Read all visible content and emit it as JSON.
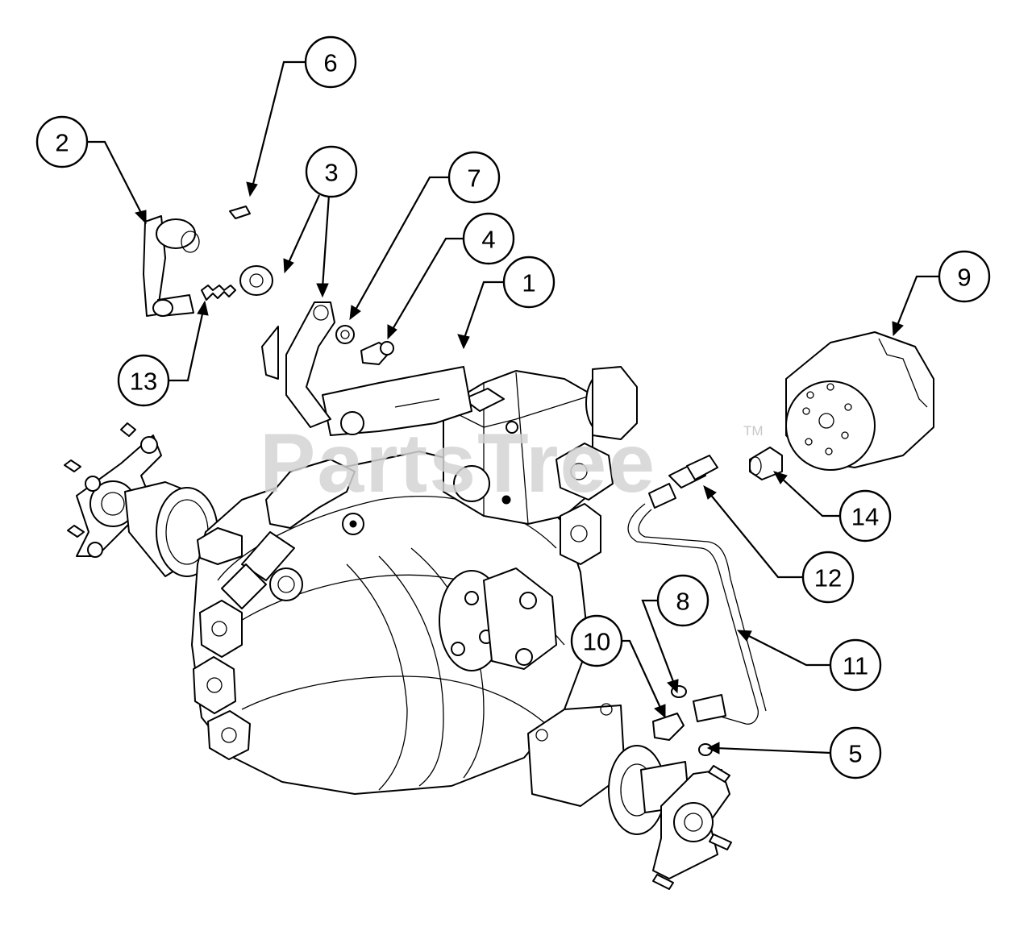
{
  "diagram": {
    "callouts": [
      {
        "id": "c1",
        "label": "1"
      },
      {
        "id": "c2",
        "label": "2"
      },
      {
        "id": "c3",
        "label": "3"
      },
      {
        "id": "c4",
        "label": "4"
      },
      {
        "id": "c5",
        "label": "5"
      },
      {
        "id": "c6",
        "label": "6"
      },
      {
        "id": "c7",
        "label": "7"
      },
      {
        "id": "c8",
        "label": "8"
      },
      {
        "id": "c9",
        "label": "9"
      },
      {
        "id": "c10",
        "label": "10"
      },
      {
        "id": "c11",
        "label": "11"
      },
      {
        "id": "c12",
        "label": "12"
      },
      {
        "id": "c13",
        "label": "13"
      },
      {
        "id": "c14",
        "label": "14"
      }
    ]
  },
  "watermark": {
    "text": "PartsTree",
    "trademark": "TM"
  },
  "colors": {
    "line": "#000000",
    "background": "#ffffff",
    "watermark": "#d4d4d4"
  }
}
